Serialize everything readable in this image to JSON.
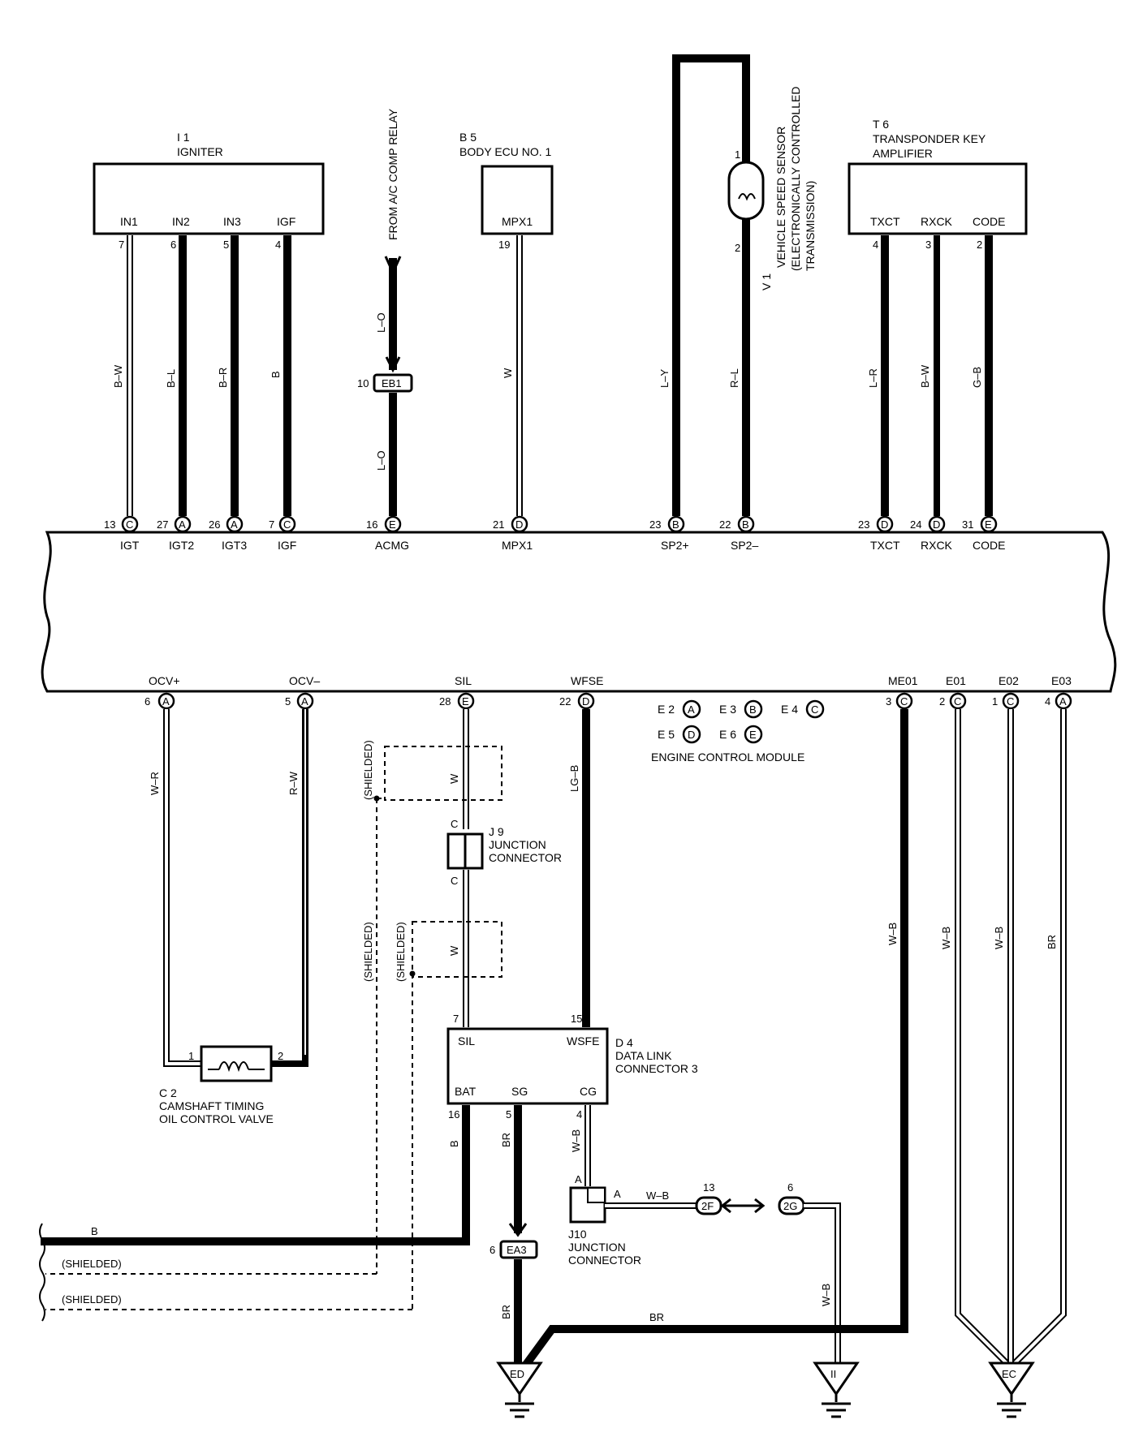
{
  "components": {
    "igniter": {
      "code": "I 1",
      "name": "IGNITER",
      "pins": [
        "IN1",
        "IN2",
        "IN3",
        "IGF"
      ]
    },
    "ac_relay": {
      "label": "FROM A/C COMP RELAY"
    },
    "body_ecu": {
      "code": "B 5",
      "name": "BODY ECU NO. 1",
      "pin": "MPX1"
    },
    "speed_sensor": {
      "code": "V 1",
      "line1": "VEHICLE SPEED SENSOR",
      "line2": "(ELECTRONICALLY CONTROLLED",
      "line3": "TRANSMISSION)"
    },
    "transponder": {
      "code": "T 6",
      "line1": "TRANSPONDER KEY",
      "line2": "AMPLIFIER",
      "pins": [
        "TXCT",
        "RXCK",
        "CODE"
      ]
    },
    "ecm": {
      "name": "ENGINE CONTROL MODULE",
      "connectors": [
        "E 2",
        "A",
        "E 3",
        "B",
        "E 4",
        "C",
        "E 5",
        "D",
        "E 6",
        "E"
      ],
      "top_pins": [
        "IGT",
        "IGT2",
        "IGT3",
        "IGF",
        "ACMG",
        "MPX1",
        "SP2+",
        "SP2–",
        "TXCT",
        "RXCK",
        "CODE"
      ],
      "bottom_pins": [
        "OCV+",
        "OCV–",
        "SIL",
        "WFSE",
        "ME01",
        "E01",
        "E02",
        "E03"
      ]
    },
    "j9": {
      "code": "J 9",
      "line1": "JUNCTION",
      "line2": "CONNECTOR"
    },
    "d4": {
      "code": "D 4",
      "line1": "DATA LINK",
      "line2": "CONNECTOR 3",
      "pins": [
        "SIL",
        "WSFE",
        "BAT",
        "SG",
        "CG"
      ]
    },
    "c2": {
      "code": "C 2",
      "line1": "CAMSHAFT TIMING",
      "line2": "OIL CONTROL VALVE"
    },
    "j10": {
      "code": "J10",
      "line1": "JUNCTION",
      "line2": "CONNECTOR"
    }
  },
  "connectors": {
    "eb1": "EB1",
    "ea3": "EA3",
    "c2f": "2F",
    "c2g": "2G"
  },
  "grounds": [
    "ED",
    "II",
    "EC"
  ],
  "wire_colors": [
    "B–W",
    "B–L",
    "B–R",
    "B",
    "L–O",
    "L–O",
    "W",
    "L–Y",
    "R–L",
    "L–R",
    "B–W",
    "G–B",
    "W–R",
    "R–W",
    "W",
    "LG–B",
    "W",
    "BR",
    "W–B",
    "W–B",
    "W–B",
    "B",
    "BR",
    "W–B",
    "W–B",
    "BR",
    "W–B",
    "BR",
    "B"
  ],
  "shielded": "(SHIELDED)",
  "pin_numbers": {
    "igniter": [
      "7",
      "6",
      "5",
      "4"
    ],
    "ecm_top": [
      "13",
      "27",
      "26",
      "7",
      "16",
      "21",
      "23",
      "22",
      "23",
      "24",
      "31"
    ],
    "ecm_top_conn": [
      "C",
      "A",
      "A",
      "C",
      "E",
      "D",
      "B",
      "B",
      "D",
      "D",
      "E"
    ],
    "ecm_bottom": [
      "6",
      "5",
      "28",
      "22",
      "3",
      "2",
      "1",
      "4"
    ],
    "ecm_bottom_conn": [
      "A",
      "A",
      "E",
      "D",
      "C",
      "C",
      "C",
      "A"
    ],
    "eb1_pin": "10",
    "b5_pin": "19",
    "v1_pins": [
      "1",
      "2"
    ],
    "t6_pins": [
      "4",
      "3",
      "2"
    ],
    "j9_pins": [
      "C",
      "C"
    ],
    "d4_pins": [
      "7",
      "15",
      "16",
      "5",
      "4"
    ],
    "c2_pins": [
      "1",
      "2"
    ],
    "ea3_pin": "6",
    "j10_pins": [
      "A",
      "A"
    ],
    "c2f_pin": "13",
    "c2g_pin": "6"
  }
}
